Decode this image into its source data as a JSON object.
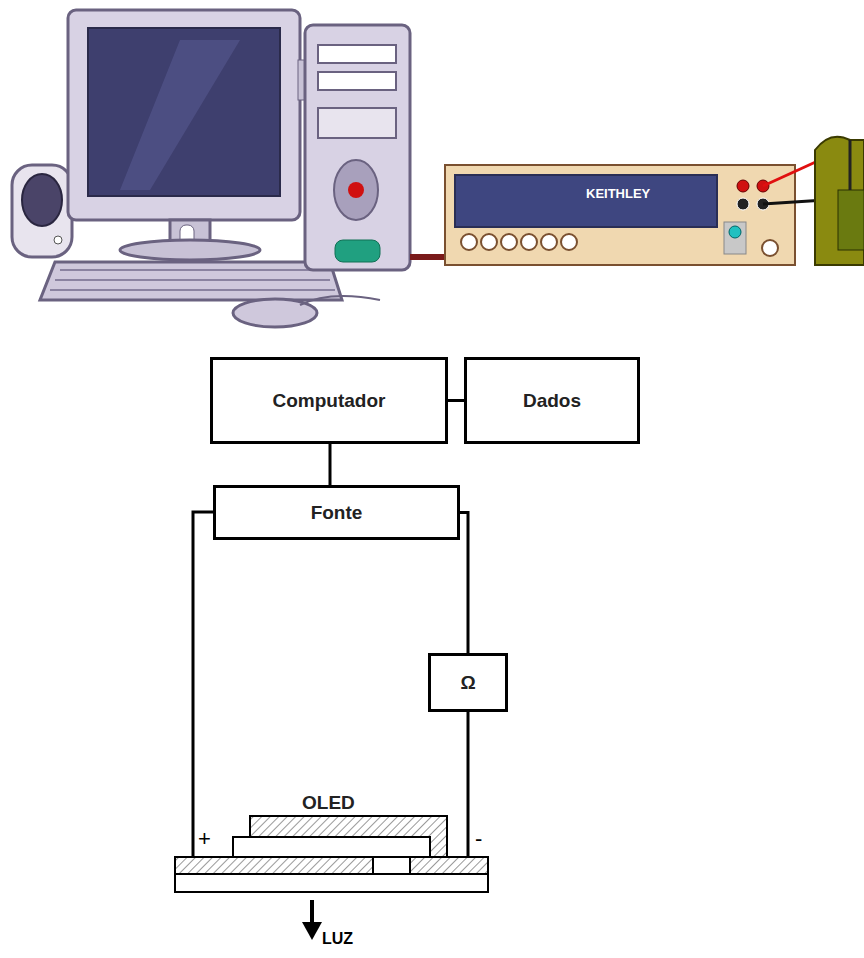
{
  "diagram": {
    "nodes": [
      {
        "text": [
          "Computador"
        ]
      },
      {
        "text": [
          "Dados"
        ]
      },
      {
        "text": [
          "Fonte"
        ]
      },
      {
        "text": [
          "Ω"
        ]
      }
    ],
    "edges": [
      {
        "from": 0,
        "to": 1,
        "arrow": "none"
      },
      {
        "from": 0,
        "to": 2,
        "arrow": "none"
      },
      {
        "from": 2,
        "to": 3,
        "arrow": "none"
      }
    ],
    "labels": [
      "KEITHLEY",
      "OLED",
      "+",
      "-",
      "LUZ"
    ]
  }
}
